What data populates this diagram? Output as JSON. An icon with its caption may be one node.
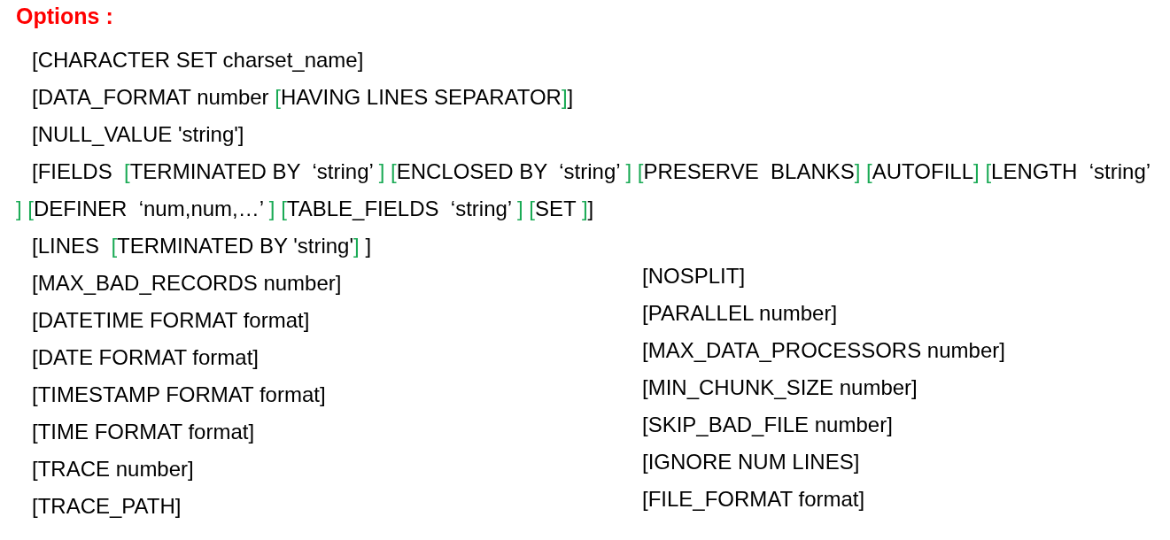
{
  "diagram": {
    "title": "Options :",
    "labels": [
      "[CHARACTER SET charset_name]",
      "[DATA_FORMAT number [HAVING LINES SEPARATOR]]",
      "[NULL_VALUE 'string']",
      "[FIELDS  [TERMINATED BY  ‘string’ ] [ENCLOSED BY  ‘string’ ] [PRESERVE  BLANKS] [AUTOFILL] [LENGTH  ‘string’ ] [DEFINER  ‘num,num,…’ ] [TABLE_FIELDS  ‘string’ ] [SET ]]",
      "[LINES  [TERMINATED BY 'string'] ]",
      "[MAX_BAD_RECORDS number]",
      "[DATETIME FORMAT format]",
      "[DATE FORMAT format]",
      "[TIMESTAMP FORMAT format]",
      "[TIME FORMAT format]",
      "[TRACE number]",
      "[TRACE_PATH]",
      "[NOSPLIT]",
      "[PARALLEL number]",
      "[MAX_DATA_PROCESSORS number]",
      "[MIN_CHUNK_SIZE number]",
      "[SKIP_BAD_FILE number]",
      "[IGNORE NUM LINES]",
      "[FILE_FORMAT format]"
    ]
  }
}
